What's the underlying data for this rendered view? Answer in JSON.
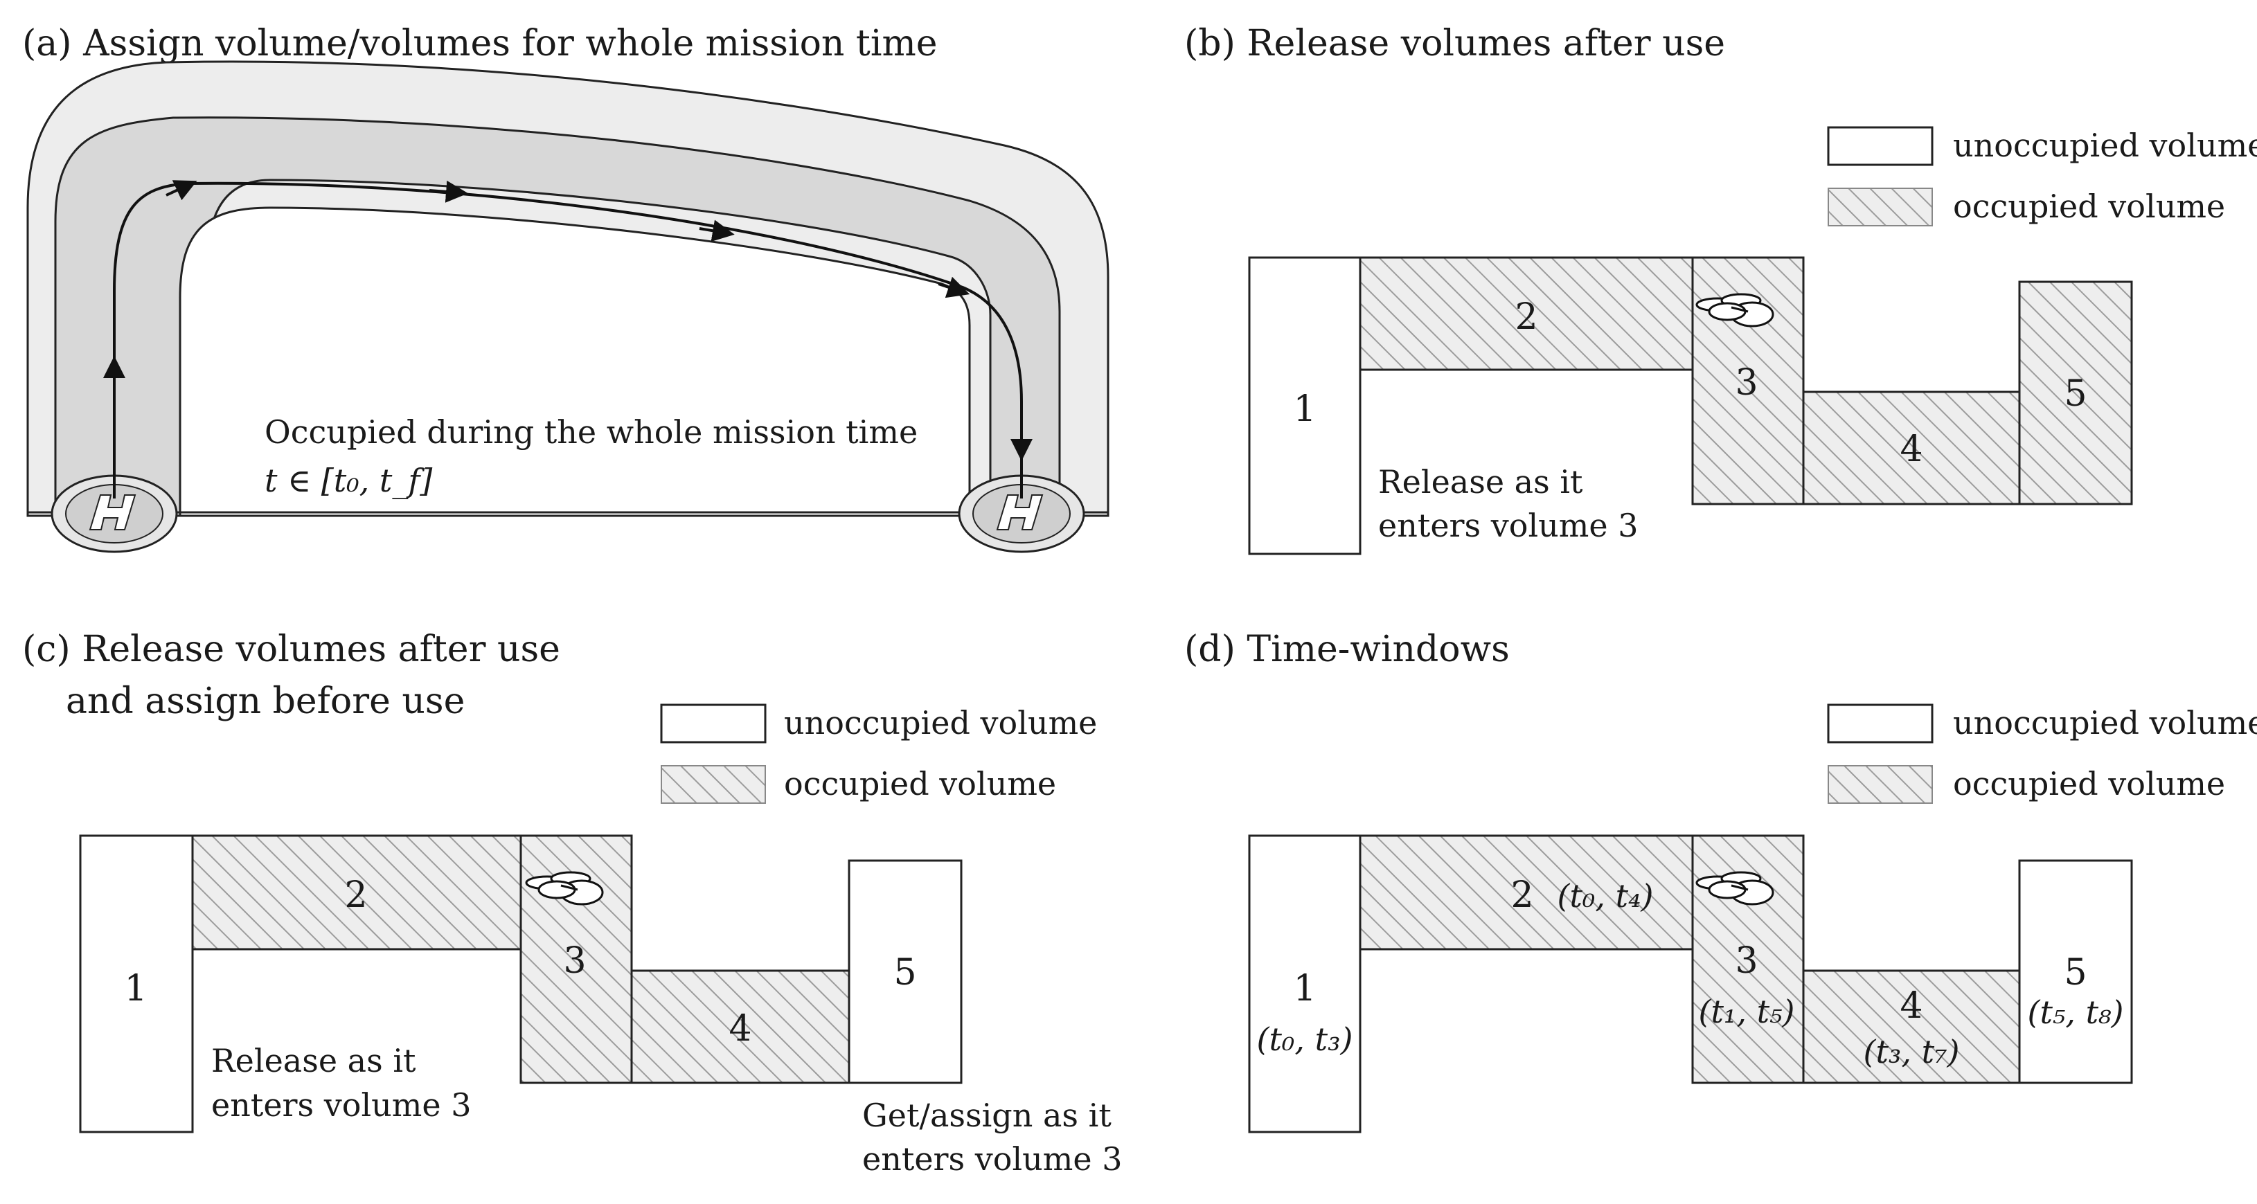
{
  "colors": {
    "tube_outer": "#ededed",
    "tube_inner": "#d8d8d8",
    "stroke": "#222222",
    "hatch_bg": "#eeeeee",
    "hatch_line": "#9c9c9c",
    "unoccupied": "#ffffff"
  },
  "panel_a": {
    "title": "(a) Assign volume/volumes for whole mission time",
    "occupied_line1": "Occupied during the whole mission time",
    "occupied_line2": "t ∈ [t₀, t_f]",
    "pad_icons": [
      "helipad-icon",
      "helipad-icon"
    ]
  },
  "panel_b": {
    "title": "(b) Release volumes after use",
    "legend": {
      "unoccupied": "unoccupied volume",
      "occupied": "occupied volume"
    },
    "volumes": [
      {
        "label": "1",
        "state": "unoccupied"
      },
      {
        "label": "2",
        "state": "occupied"
      },
      {
        "label": "3",
        "state": "occupied"
      },
      {
        "label": "4",
        "state": "occupied"
      },
      {
        "label": "5",
        "state": "occupied"
      }
    ],
    "release_line1": "Release as it",
    "release_line2": "enters volume 3",
    "drone_icon": "drone-icon"
  },
  "panel_c": {
    "title_line1": "(c) Release volumes after use",
    "title_line2": "and assign before use",
    "legend": {
      "unoccupied": "unoccupied volume",
      "occupied": "occupied volume"
    },
    "volumes": [
      {
        "label": "1",
        "state": "unoccupied"
      },
      {
        "label": "2",
        "state": "occupied"
      },
      {
        "label": "3",
        "state": "occupied"
      },
      {
        "label": "4",
        "state": "occupied"
      },
      {
        "label": "5",
        "state": "unoccupied"
      }
    ],
    "release_line1": "Release as it",
    "release_line2": "enters volume 3",
    "assign_line1": "Get/assign as it",
    "assign_line2": "enters volume 3",
    "drone_icon": "drone-icon"
  },
  "panel_d": {
    "title": "(d) Time-windows",
    "legend": {
      "unoccupied": "unoccupied volume",
      "occupied": "occupied volume"
    },
    "volumes": [
      {
        "label": "1",
        "window": "(t₀, t₃)",
        "state": "unoccupied"
      },
      {
        "label": "2",
        "window": "(t₀, t₄)",
        "state": "occupied"
      },
      {
        "label": "3",
        "window": "(t₁, t₅)",
        "state": "occupied"
      },
      {
        "label": "4",
        "window": "(t₃, t₇)",
        "state": "occupied"
      },
      {
        "label": "5",
        "window": "(t₅, t₈)",
        "state": "unoccupied"
      }
    ],
    "drone_icon": "drone-icon"
  }
}
